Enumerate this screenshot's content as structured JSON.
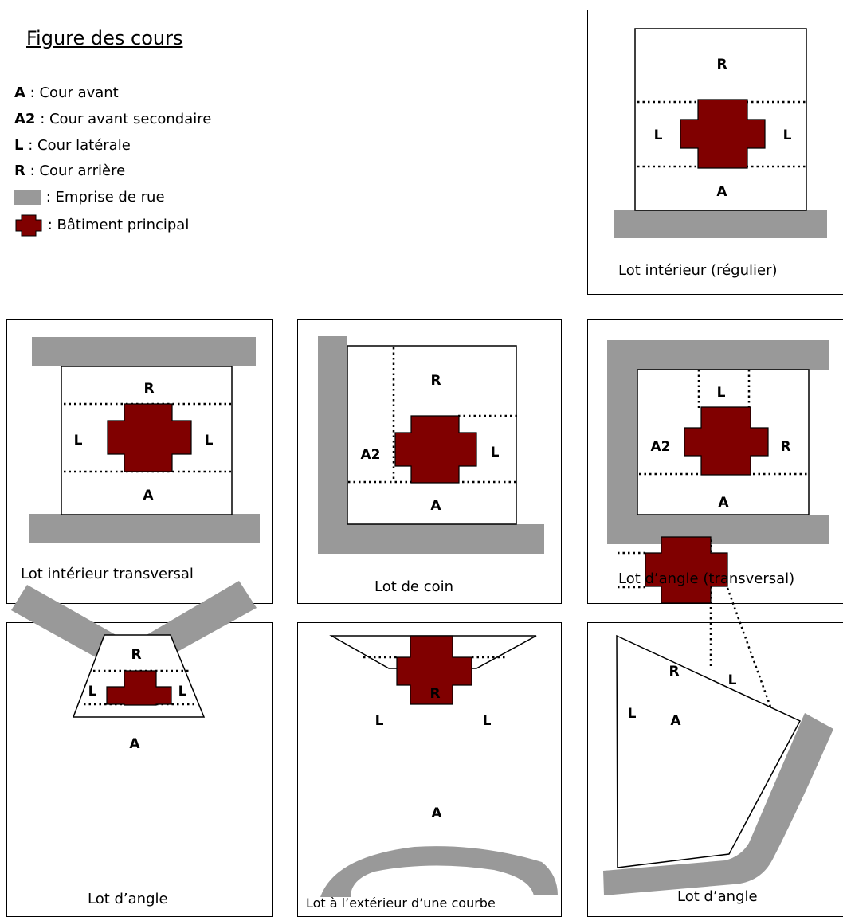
{
  "legend": {
    "title": "Figure des cours",
    "items": [
      {
        "key": "A",
        "label": "Cour avant"
      },
      {
        "key": "A2",
        "label": "Cour avant secondaire"
      },
      {
        "key": "L",
        "label": "Cour latérale"
      },
      {
        "key": "R",
        "label": "Cour arrière"
      },
      {
        "key": "",
        "label": "Emprise de rue",
        "icon": "road-swatch"
      },
      {
        "key": "",
        "label": "Bâtiment principal",
        "icon": "building-swatch"
      }
    ]
  },
  "colors": {
    "road": "#999999",
    "building": "#800000",
    "line": "#000000"
  },
  "panels": [
    {
      "caption": "Lot intérieur (régulier)"
    },
    {
      "caption": "Lot intérieur transversal"
    },
    {
      "caption": "Lot de coin"
    },
    {
      "caption": "Lot d’angle (transversal)"
    },
    {
      "caption": "Lot d’angle"
    },
    {
      "caption": "Lot à l’extérieur d’une courbe"
    },
    {
      "caption": "Lot d’angle"
    }
  ],
  "zones": {
    "A": "A",
    "A2": "A2",
    "L": "L",
    "R": "R"
  }
}
